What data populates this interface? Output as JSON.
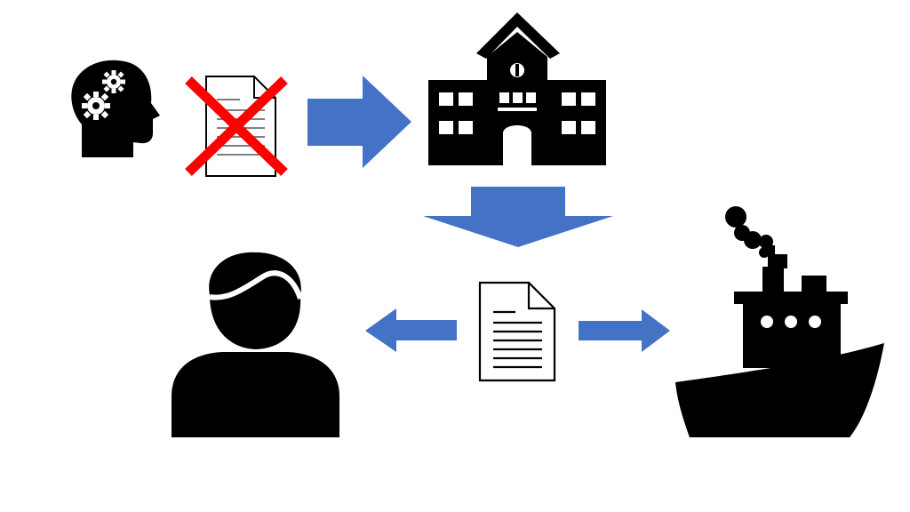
{
  "diagram": {
    "nodes": [
      {
        "id": "brain",
        "icon": "head-with-gears-icon"
      },
      {
        "id": "no-document",
        "icon": "crossed-out-document-icon"
      },
      {
        "id": "institution",
        "icon": "school-building-icon"
      },
      {
        "id": "document",
        "icon": "document-icon"
      },
      {
        "id": "person",
        "icon": "person-icon"
      },
      {
        "id": "ship",
        "icon": "ship-icon"
      }
    ],
    "edges": [
      {
        "from": "no-document",
        "to": "institution",
        "direction": "right"
      },
      {
        "from": "institution",
        "to": "document",
        "direction": "down"
      },
      {
        "from": "document",
        "to": "person",
        "direction": "left"
      },
      {
        "from": "document",
        "to": "ship",
        "direction": "right"
      }
    ]
  },
  "colors": {
    "arrow": "#4472C4",
    "icon": "#000000",
    "cross": "#FF0000",
    "background": "#FFFFFF",
    "document_fill": "#FFFFFF"
  }
}
